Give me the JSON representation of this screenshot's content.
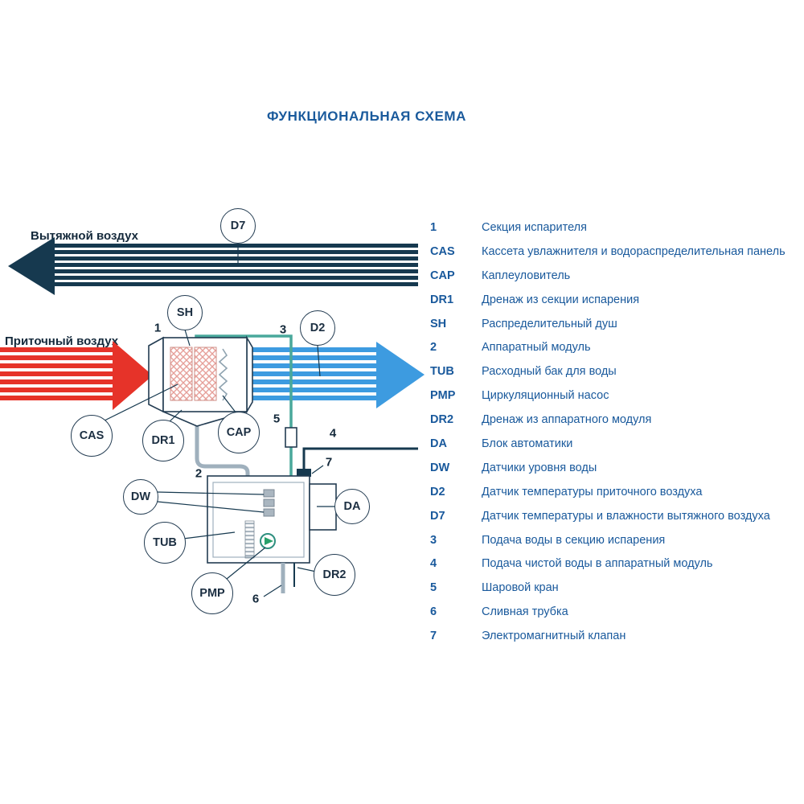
{
  "title": "ФУНКЦИОНАЛЬНАЯ СХЕМА",
  "colors": {
    "exhaust_air": "#16394f",
    "supply_air": "#e63329",
    "processed_air": "#3d9be0",
    "water_pipe": "#49a89b",
    "legend_text": "#19599c"
  },
  "diagram": {
    "flows": {
      "exhaust": "Вытяжной воздух",
      "supply": "Приточный воздух"
    },
    "nodes": {
      "d7": "D7",
      "sh": "SH",
      "d2": "D2",
      "cas": "CAS",
      "dr1": "DR1",
      "cap": "CAP",
      "dw": "DW",
      "tub": "TUB",
      "da": "DA",
      "pmp": "PMP",
      "dr2": "DR2"
    },
    "numbers": {
      "n1": "1",
      "n2": "2",
      "n3": "3",
      "n4": "4",
      "n5": "5",
      "n6": "6",
      "n7": "7"
    }
  },
  "legend": {
    "items": [
      {
        "key": "1",
        "desc": "Секция испарителя"
      },
      {
        "key": "CAS",
        "desc": "Кассета увлажнителя и водораспределительная панель"
      },
      {
        "key": "CAP",
        "desc": "Каплеуловитель"
      },
      {
        "key": "DR1",
        "desc": "Дренаж из секции испарения"
      },
      {
        "key": "SH",
        "desc": "Распределительный душ"
      },
      {
        "key": "2",
        "desc": "Аппаратный модуль"
      },
      {
        "key": "TUB",
        "desc": "Расходный бак для воды"
      },
      {
        "key": "PMP",
        "desc": "Циркуляционный насос"
      },
      {
        "key": "DR2",
        "desc": "Дренаж из аппаратного модуля"
      },
      {
        "key": "DA",
        "desc": "Блок автоматики"
      },
      {
        "key": "DW",
        "desc": "Датчики уровня воды"
      },
      {
        "key": "D2",
        "desc": "Датчик температуры приточного воздуха"
      },
      {
        "key": "D7",
        "desc": "Датчик температуры и влажности вытяжного воздуха"
      },
      {
        "key": "3",
        "desc": "Подача воды в секцию испарения"
      },
      {
        "key": "4",
        "desc": "Подача чистой воды в аппаратный модуль"
      },
      {
        "key": "5",
        "desc": "Шаровой кран"
      },
      {
        "key": "6",
        "desc": "Сливная трубка"
      },
      {
        "key": "7",
        "desc": "Электромагнитный клапан"
      }
    ]
  }
}
